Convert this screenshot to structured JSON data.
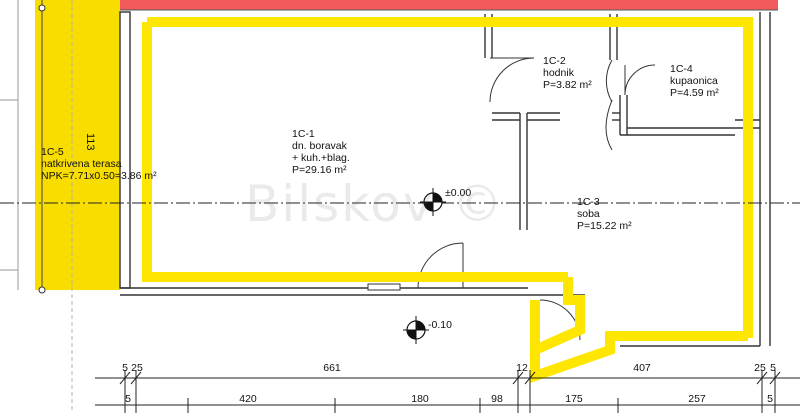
{
  "rooms": [
    {
      "id": "1C-1",
      "lines": [
        "dn. boravak",
        "+ kuh.+blag.",
        "P=29.16 m²"
      ]
    },
    {
      "id": "1C-2",
      "lines": [
        "hodnik",
        "P=3.82 m²"
      ]
    },
    {
      "id": "1C-3",
      "lines": [
        "soba",
        "P=15.22 m²"
      ]
    },
    {
      "id": "1C-4",
      "lines": [
        "kupaonica",
        "P=4.59 m²"
      ]
    },
    {
      "id": "1C-5",
      "lines": [
        "natkrivena terasa",
        "NPK=7.71x0.50=3.86 m²"
      ]
    }
  ],
  "levels": [
    "±0.00",
    "-0.10"
  ],
  "vertical_dim": "113",
  "dims_top": [
    "5",
    "25",
    "661",
    "12",
    "407",
    "25",
    "5"
  ],
  "dims_bottom": [
    "5",
    "420",
    "180",
    "98",
    "175",
    "257",
    "5"
  ],
  "watermark": "Bilskov ©",
  "colors": {
    "highlight": "#ffe600",
    "terrace": "#f7dd00",
    "top_strip": "#f05a5a",
    "wall": "#333333"
  }
}
